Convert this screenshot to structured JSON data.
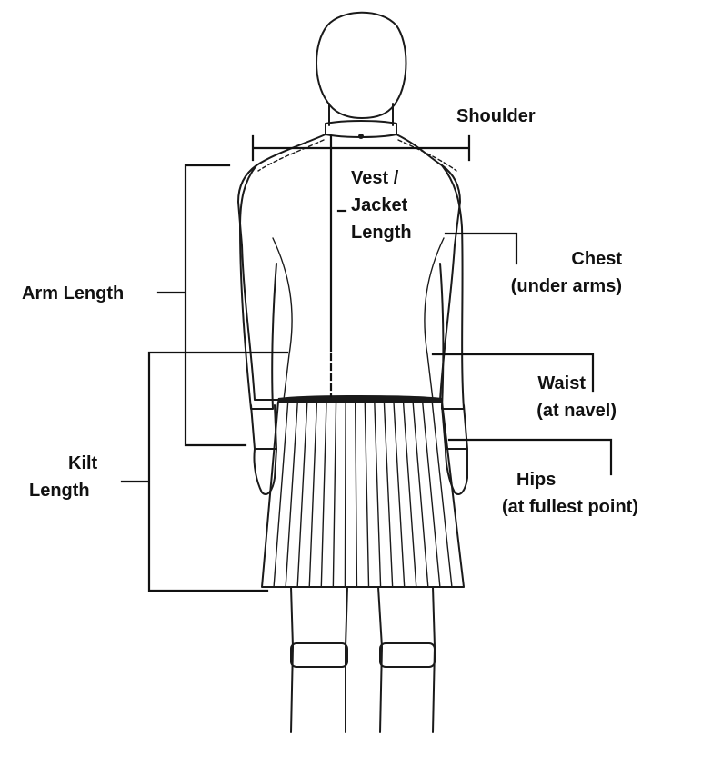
{
  "labels": {
    "shoulder": "Shoulder",
    "vest_line1": "Vest /",
    "vest_line2": "Jacket",
    "vest_line3": "Length",
    "chest_line1": "Chest",
    "chest_line2": "(under arms)",
    "arm_length": "Arm Length",
    "waist_line1": "Waist",
    "waist_line2": "(at navel)",
    "kilt_line1": "Kilt",
    "kilt_line2": "Length",
    "hips_line1": "Hips",
    "hips_line2": "(at fullest point)"
  }
}
